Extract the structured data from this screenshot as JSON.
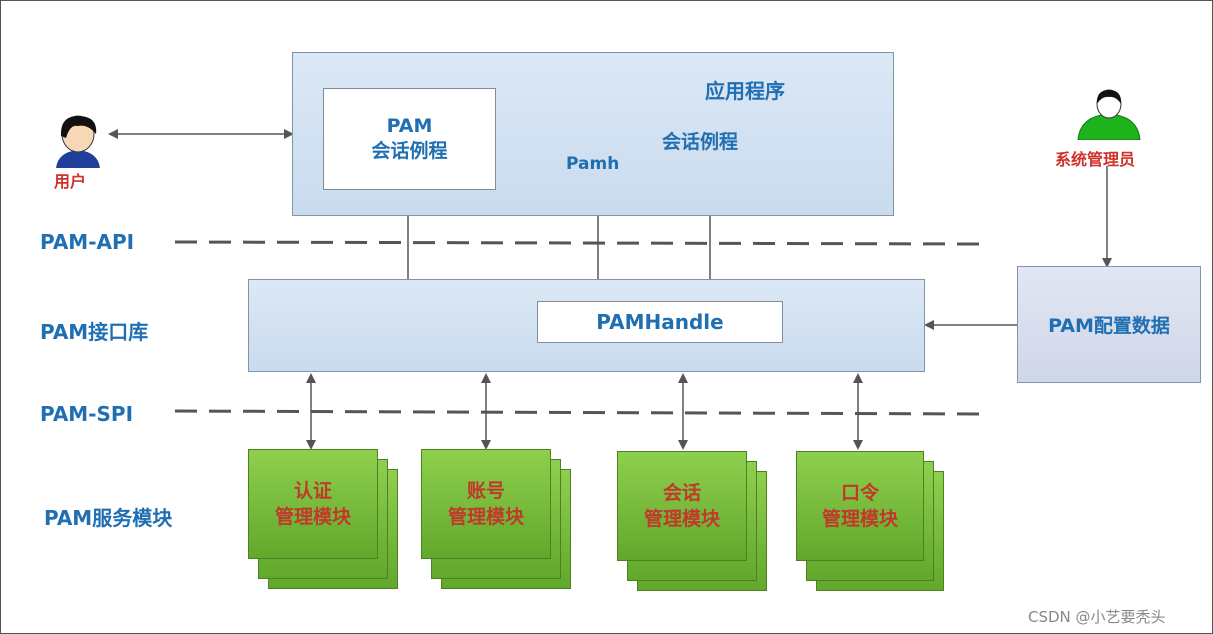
{
  "app": {
    "title": "应用程序",
    "session_routine_box": "PAM\n会话例程",
    "pamh": "Pamh",
    "session_routine": "会话例程"
  },
  "user": {
    "label": "用户"
  },
  "admin": {
    "label": "系统管理员"
  },
  "layers": {
    "api": "PAM-API",
    "lib": "PAM接口库",
    "spi": "PAM-SPI",
    "services": "PAM服务模块"
  },
  "lib": {
    "handle": "PAMHandle"
  },
  "config": {
    "label": "PAM配置数据"
  },
  "modules": [
    {
      "label": "认证\n管理模块"
    },
    {
      "label": "账号\n管理模块"
    },
    {
      "label": "会话\n管理模块"
    },
    {
      "label": "口令\n管理模块"
    }
  ],
  "watermark": "CSDN @小艺要秃头",
  "colors": {
    "layer_text": "#1f6fb2",
    "module_text": "#c0392b",
    "user_label": "#d0312d",
    "module_fill": "#6fba3a",
    "box_fill": "#d3e2f2"
  }
}
